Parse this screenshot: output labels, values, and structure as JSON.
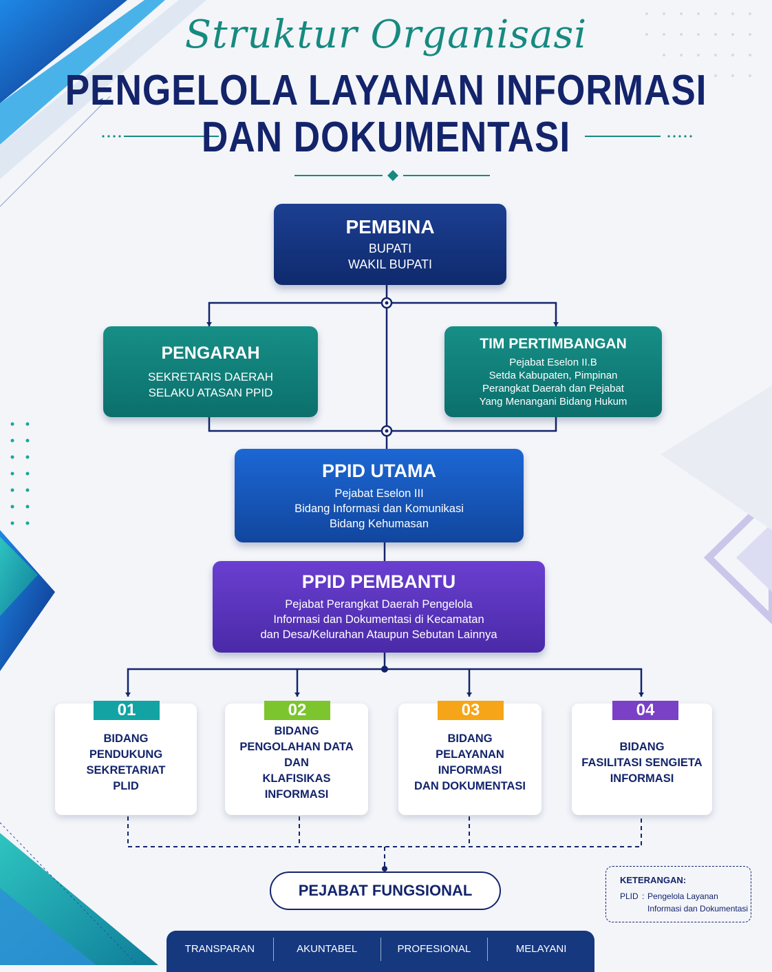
{
  "header": {
    "script_title": "Struktur Organisasi",
    "title_line1": "PENGELOLA LAYANAN INFORMASI",
    "title_line2": "DAN DOKUMENTASI"
  },
  "pembina": {
    "heading": "PEMBINA",
    "line1": "BUPATI",
    "line2": "WAKIL BUPATI"
  },
  "pengarah": {
    "heading": "PENGARAH",
    "line1": "SEKRETARIS DAERAH",
    "line2": "SELAKU ATASAN PPID"
  },
  "tim": {
    "heading": "TIM PERTIMBANGAN",
    "line1": "Pejabat Eselon II.B",
    "line2": "Setda Kabupaten, Pimpinan",
    "line3": "Perangkat Daerah dan Pejabat",
    "line4": "Yang Menangani Bidang Hukum"
  },
  "ppid_utama": {
    "heading": "PPID UTAMA",
    "line1": "Pejabat Eselon III",
    "line2": "Bidang Informasi dan Komunikasi",
    "line3": "Bidang Kehumasan"
  },
  "ppid_pembantu": {
    "heading": "PPID PEMBANTU",
    "line1": "Pejabat Perangkat Daerah Pengelola",
    "line2": "Informasi dan Dokumentasi di Kecamatan",
    "line3": "dan Desa/Kelurahan Ataupun Sebutan Lainnya"
  },
  "bidang": [
    {
      "num": "01",
      "lines": [
        "BIDANG",
        "PENDUKUNG",
        "SEKRETARIAT",
        "PLID"
      ],
      "color": "#13a3a3"
    },
    {
      "num": "02",
      "lines": [
        "BIDANG",
        "PENGOLAHAN DATA DAN",
        "KLAFISIKAS INFORMASI"
      ],
      "color": "#7cc52e"
    },
    {
      "num": "03",
      "lines": [
        "BIDANG",
        "PELAYANAN INFORMASI",
        "DAN DOKUMENTASI"
      ],
      "color": "#f5a517"
    },
    {
      "num": "04",
      "lines": [
        "BIDANG",
        "FASILITASI SENGIETA",
        "INFORMASI"
      ],
      "color": "#7a40c6"
    }
  ],
  "fungsional": "PEJABAT FUNGSIONAL",
  "legend": {
    "title": "KETERANGAN:",
    "abbr": "PLID",
    "sep": ":",
    "desc_line1": "Pengelola Layanan",
    "desc_line2": "Informasi dan Dokumentasi"
  },
  "values": [
    "TRANSPARAN",
    "AKUNTABEL",
    "PROFESIONAL",
    "MELAYANI"
  ],
  "colors": {
    "navy": "#13246b",
    "teal": "#168a80",
    "blue": "#1a5dc4",
    "purple": "#5a34bf"
  }
}
